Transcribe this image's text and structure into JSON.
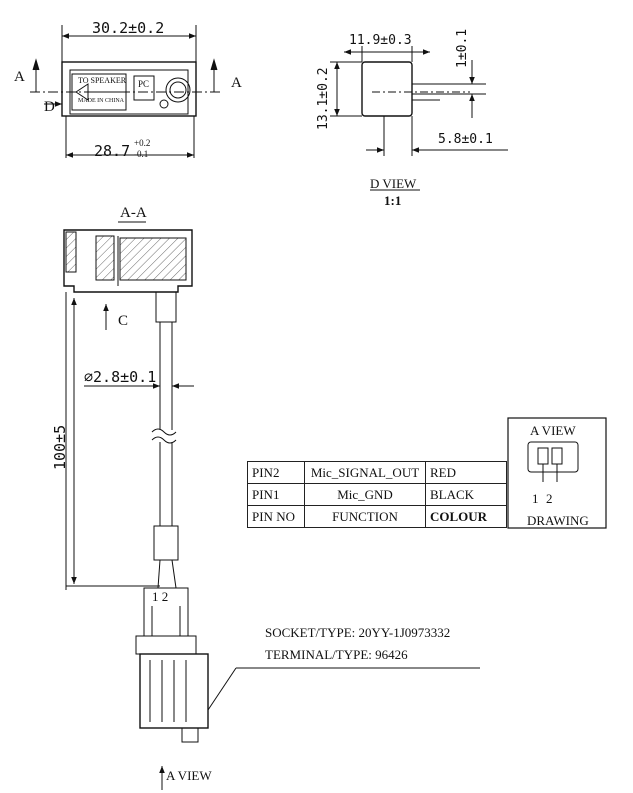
{
  "dims": {
    "top_width": "30.2±0.2",
    "bottom_width": "28.7",
    "tol_upper": "+0.2",
    "tol_lower": "-0.1",
    "side_width": "11.9±0.3",
    "side_height": "13.1±0.2",
    "side_top": "1±0.1",
    "side_bottom": "5.8±0.1",
    "cable_diameter": "∅2.8±0.1",
    "cable_length": "100±5"
  },
  "labels": {
    "section_a_left": "A",
    "section_a_right": "A",
    "d_marker": "D",
    "c_marker": "C",
    "d_view": "D VIEW",
    "scale": "1:1",
    "section_title": "A-A",
    "a_view_bottom": "A VIEW",
    "a_view_box": "A VIEW",
    "drawing": "DRAWING",
    "pin_numbers": "1 2",
    "pin_1": "1",
    "pin_2": "2",
    "socket": "SOCKET/TYPE: 20YY-1J0973332",
    "terminal": "TERMINAL/TYPE: 96426",
    "device_text_1": "TO SPEAKER",
    "device_text_2": "MADE IN CHINA",
    "device_text_3": "PC"
  },
  "pin_table": {
    "rows": [
      {
        "pin": "PIN2",
        "function": "Mic_SIGNAL_OUT",
        "colour": "RED"
      },
      {
        "pin": "PIN1",
        "function": "Mic_GND",
        "colour": "BLACK"
      },
      {
        "pin": "PIN NO",
        "function": "FUNCTION",
        "colour": "COLOUR"
      }
    ]
  }
}
